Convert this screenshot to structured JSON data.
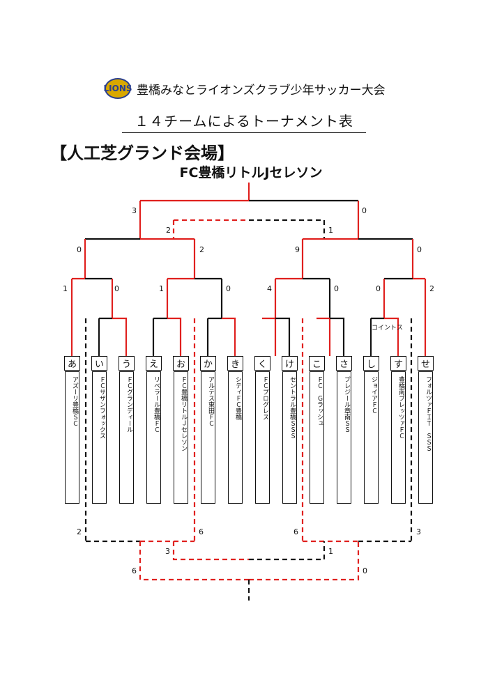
{
  "header": {
    "tournament_name": "豊橋みなとライオンズクラブ少年サッカー大会",
    "logo_text": "LIONS"
  },
  "title": "１４チームによるトーナメント表",
  "venue": "【人工芝グランド会場】",
  "champion": "FC豊橋リトルJセレソン",
  "coin_toss_label": "コイントス",
  "teams": [
    {
      "kana": "あ",
      "name": "アズーリ豊橋ＳＣ"
    },
    {
      "kana": "い",
      "name": "ＦＣサザンフォックス"
    },
    {
      "kana": "う",
      "name": "ＦＣグランディール"
    },
    {
      "kana": "え",
      "name": "リベラール豊橋ＦＣ"
    },
    {
      "kana": "お",
      "name": "ＦＣ豊橋リトルＪセレソン"
    },
    {
      "kana": "か",
      "name": "アルテス東田ＦＣ"
    },
    {
      "kana": "き",
      "name": "シティＦＣ豊橋"
    },
    {
      "kana": "く",
      "name": "ＦＣプログレス"
    },
    {
      "kana": "け",
      "name": "セントラル豊橋ＳＳＳ"
    },
    {
      "kana": "こ",
      "name": "ＦＣ　Ｇラッシュ"
    },
    {
      "kana": "さ",
      "name": "プレジール章南ＳＳ"
    },
    {
      "kana": "し",
      "name": "ジョイアＦＣ"
    },
    {
      "kana": "す",
      "name": "豊橋南ブレッツァＦＣ"
    },
    {
      "kana": "せ",
      "name": "フォルツァＦＩＴ　ＳＳＳ"
    }
  ],
  "scores": {
    "final_left": "3",
    "final_right": "0",
    "third_left": "2",
    "third_right": "1",
    "semi_a_left": "0",
    "semi_a_right": "2",
    "semi_b_left": "9",
    "semi_b_right": "0",
    "r1_a_left": "1",
    "r1_a_right": "0",
    "r1_b_left": "1",
    "r1_b_right": "0",
    "r1_c_left": "4",
    "r1_c_right": "0",
    "r1_d_left": "0",
    "r1_d_right": "2",
    "cons_a_left": "2",
    "cons_a_right": "6",
    "cons_b_left": "6",
    "cons_b_right": "3",
    "cons_mid_left": "3",
    "cons_mid_right": "1",
    "cons_final_left": "6",
    "cons_final_right": "0"
  },
  "colors": {
    "winner_line": "#e0201e",
    "loser_line": "#111111"
  }
}
